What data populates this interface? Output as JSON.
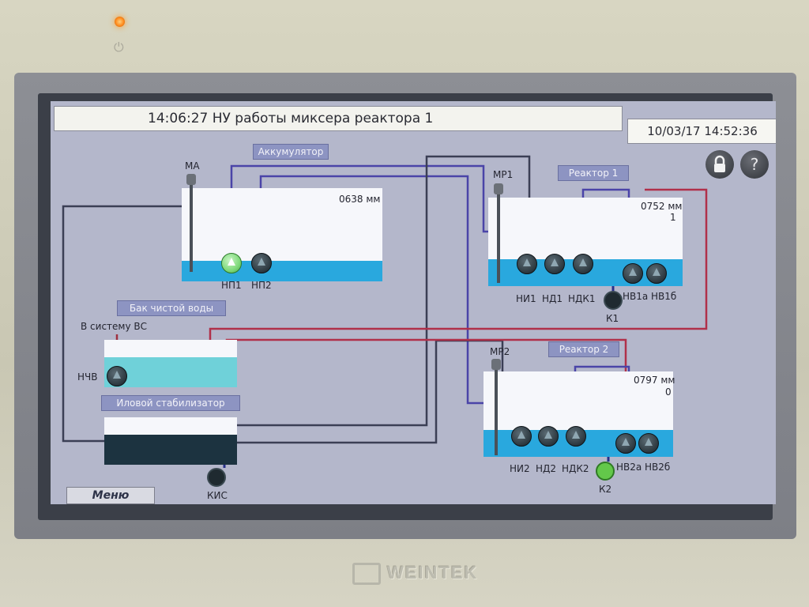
{
  "header": {
    "title": "14:06:27  НУ работы миксера реактора 1"
  },
  "clock": {
    "datetime": "10/03/17 14:52:36"
  },
  "accumulator": {
    "tag": "Аккумулятор",
    "mixer": "МА",
    "level": "0638",
    "unit": "мм",
    "pump1": "НП1",
    "pump2": "НП2"
  },
  "reactor1": {
    "tag": "Реактор 1",
    "mixer": "МР1",
    "level": "0752",
    "unit": "мм",
    "count": "1",
    "pumps": [
      "НИ1",
      "НД1",
      "НДК1",
      "НВ1а",
      "НВ1б"
    ],
    "valve": "К1"
  },
  "reactor2": {
    "tag": "Реактор 2",
    "mixer": "МР2",
    "level": "0797",
    "unit": "мм",
    "count": "0",
    "pumps": [
      "НИ2",
      "НД2",
      "НДК2",
      "НВ2а",
      "НВ2б"
    ],
    "valve": "К2"
  },
  "clean_water": {
    "tag": "Бак чистой воды",
    "outlet": "В систему ВС",
    "pump": "НЧВ"
  },
  "stabilizer": {
    "tag": "Иловой стабилизатор",
    "valve": "КИС"
  },
  "menu": {
    "label": "Меню"
  },
  "icons": {
    "lock": "lock-icon",
    "help": "help-icon",
    "help_glyph": "?"
  },
  "device": {
    "brand": "WEINTEK"
  }
}
